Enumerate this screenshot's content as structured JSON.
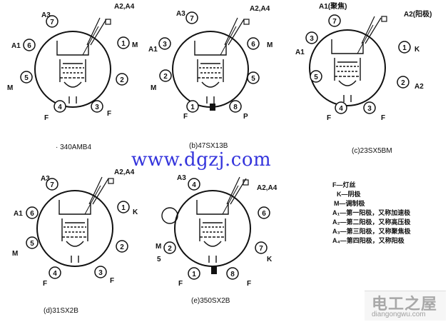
{
  "figures": [
    {
      "caption": "· 340AMB4",
      "pins": [
        "A3",
        "A2,A4",
        "A1",
        "6",
        "7",
        "1",
        "M",
        "5",
        "2",
        "M",
        "4",
        "3",
        "F",
        "F"
      ]
    },
    {
      "caption": "(b)47SX13B",
      "pins": [
        "A3",
        "A2,A4",
        "A1",
        "3",
        "7",
        "6",
        "M",
        "2",
        "5",
        "M",
        "1",
        "8",
        "F",
        "P"
      ]
    },
    {
      "caption": "(c)23SX5BM",
      "pins": [
        "A1(聚焦)",
        "A2(阳极)",
        "A1",
        "7",
        "3",
        "1",
        "K",
        "5",
        "2",
        "A2",
        "4",
        "3",
        "F",
        "F"
      ]
    },
    {
      "caption": "(d)31SX2B",
      "pins": [
        "A3",
        "A2,A4",
        "A1",
        "6",
        "7",
        "1",
        "K",
        "5",
        "2",
        "M",
        "4",
        "3",
        "F",
        "F"
      ]
    },
    {
      "caption": "(e)350SX2B",
      "pins": [
        "A3",
        "A2,A4",
        "4",
        "6",
        "7",
        "M",
        "2",
        "5",
        "K",
        "1",
        "8",
        "F",
        "F"
      ]
    }
  ],
  "legend": [
    "F—灯丝",
    "K—阴极",
    "M—调制极",
    "A₁—第一阳极，又称加速极",
    "A₂—第二阳极，又称高压极",
    "A₃—第三阳极，又称聚焦极",
    "A₄—第四阳极，又称阳极"
  ],
  "watermark": {
    "website": "www.dgzj.com",
    "logo_title": "电工之屋",
    "logo_url": "diangongwu.com"
  }
}
